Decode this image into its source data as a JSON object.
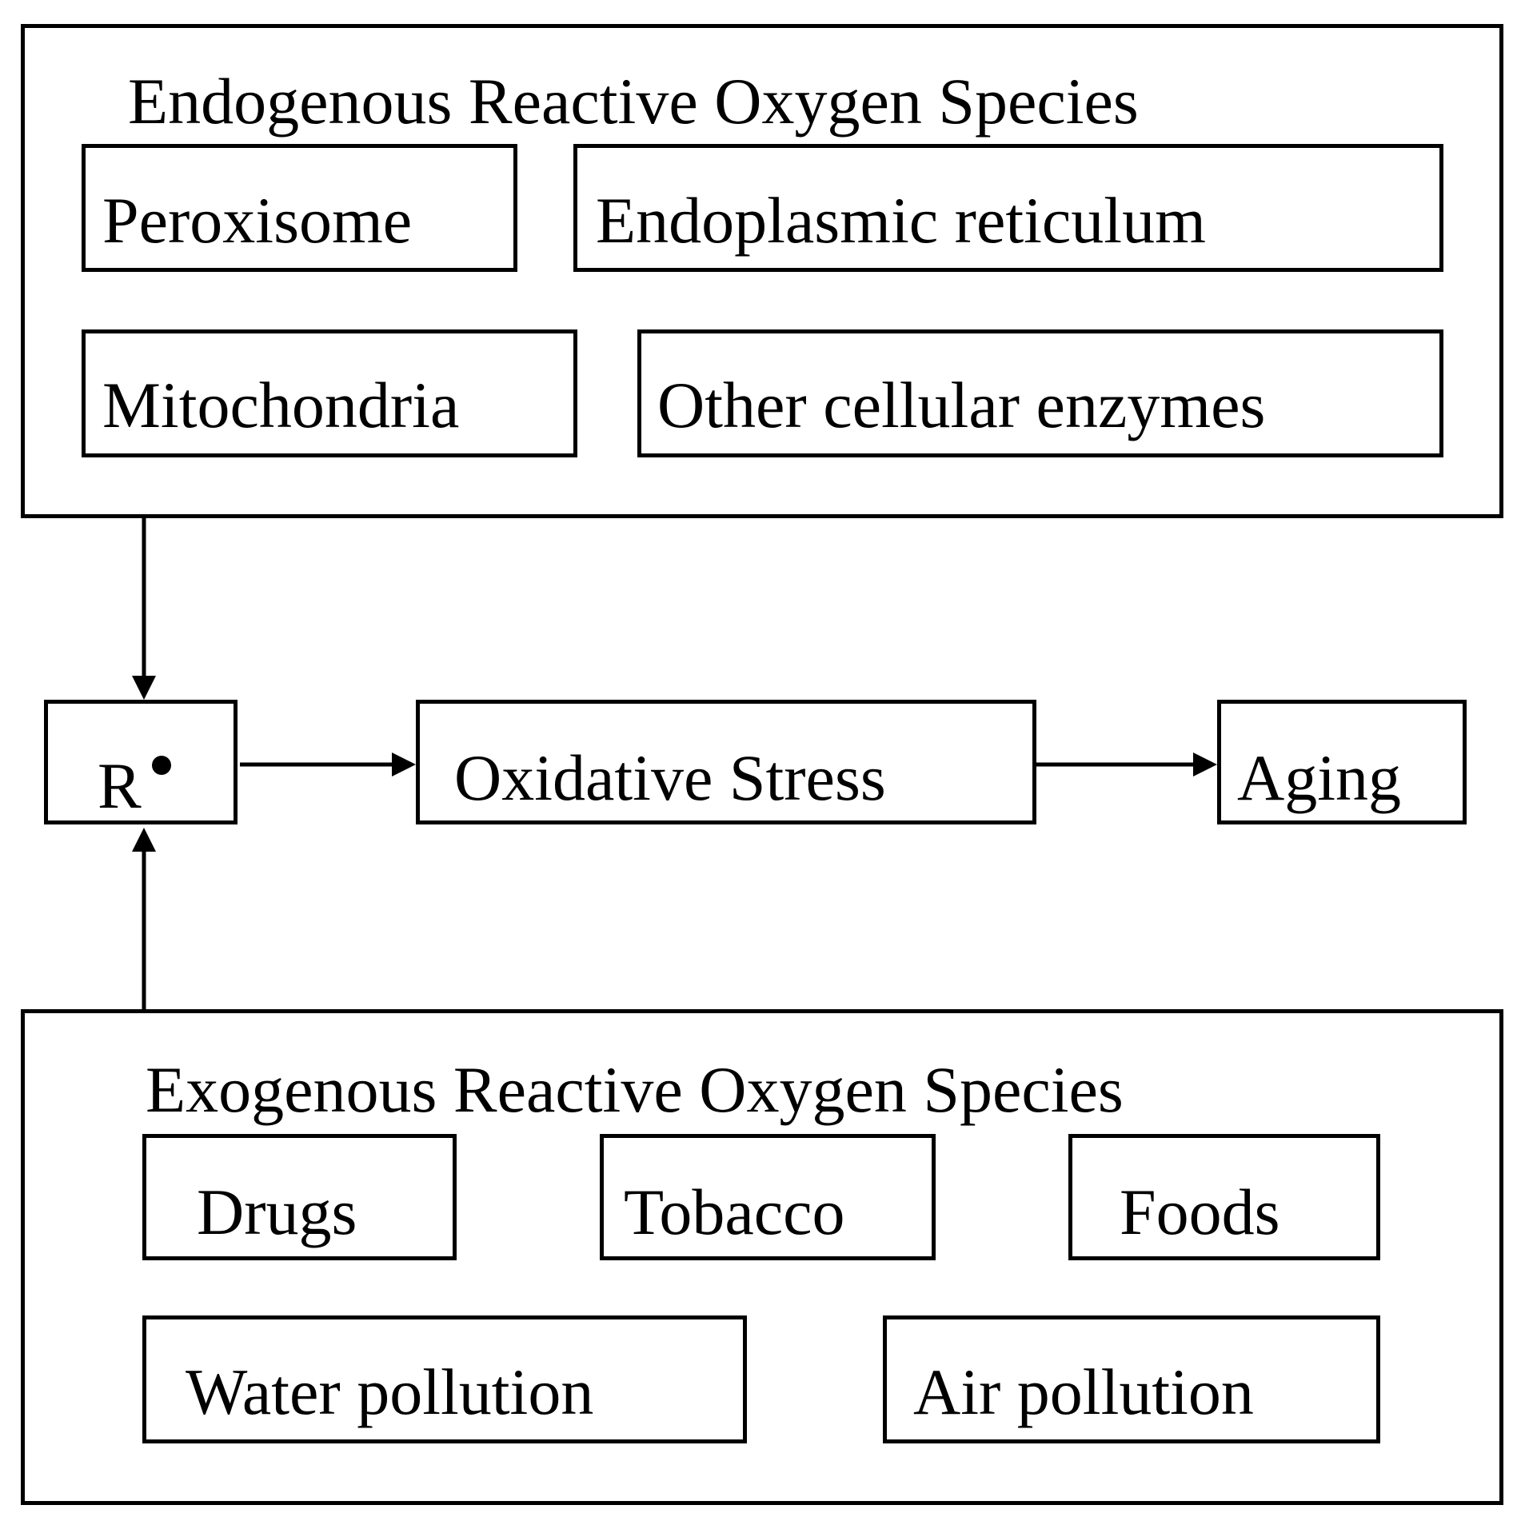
{
  "endogenous": {
    "title": "Endogenous Reactive Oxygen Species",
    "items": [
      "Peroxisome",
      "Endoplasmic reticulum",
      "Mitochondria",
      "Other cellular enzymes"
    ]
  },
  "center": {
    "radical_letter": "R",
    "radical_dot_icon": "radical-dot-icon",
    "oxidative_stress": "Oxidative Stress",
    "aging": "Aging"
  },
  "exogenous": {
    "title": "Exogenous Reactive Oxygen Species",
    "items": [
      "Drugs",
      "Tobacco",
      "Foods",
      "Water pollution",
      "Air pollution"
    ]
  },
  "colors": {
    "line": "#000000",
    "background": "#ffffff"
  }
}
